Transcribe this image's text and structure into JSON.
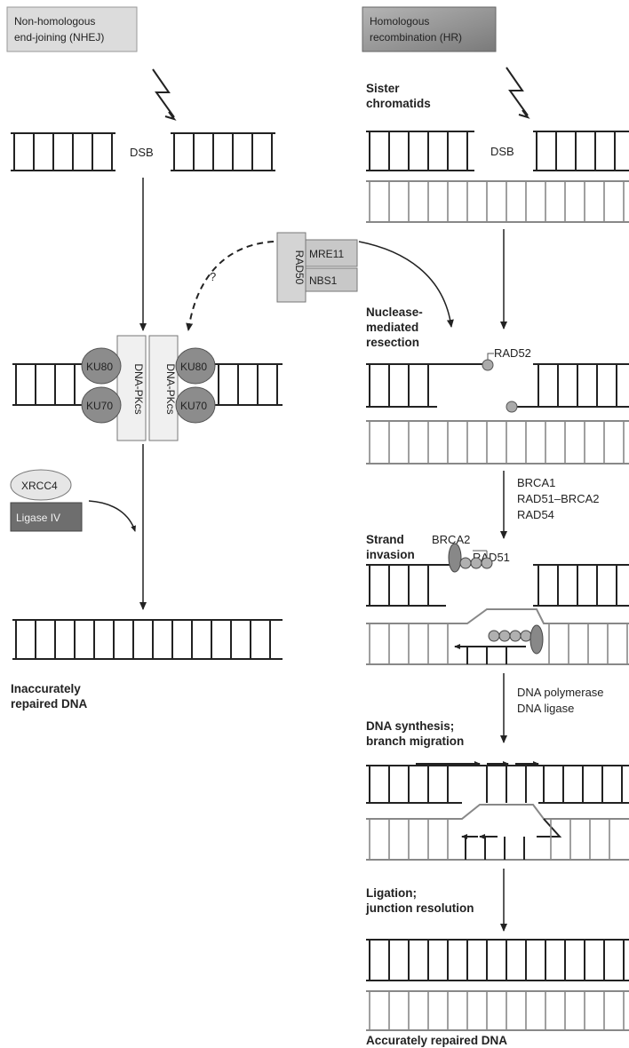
{
  "nhej": {
    "title_line1": "Non-homologous",
    "title_line2": "end-joining (NHEJ)",
    "dsb": "DSB",
    "ku80_left": "KU80",
    "ku70_left": "KU70",
    "dnapkcs_left": "DNA-PKcs",
    "dnapkcs_right": "DNA-PKcs",
    "ku80_right": "KU80",
    "ku70_right": "KU70",
    "question": "?",
    "xrcc4": "XRCC4",
    "ligase": "Ligase IV",
    "result_line1": "Inaccurately",
    "result_line2": "repaired DNA"
  },
  "mrn": {
    "rad50": "RAD50",
    "mre11": "MRE11",
    "nbs1": "NBS1"
  },
  "hr": {
    "title_line1": "Homologous",
    "title_line2": "recombination (HR)",
    "sister_line1": "Sister",
    "sister_line2": "chromatids",
    "dsb": "DSB",
    "resection_line1": "Nuclease-",
    "resection_line2": "mediated",
    "resection_line3": "resection",
    "rad52": "RAD52",
    "factors_line1": "BRCA1",
    "factors_line2": "RAD51–BRCA2",
    "factors_line3": "RAD54",
    "invasion_line1": "Strand",
    "invasion_line2": "invasion",
    "brca2": "BRCA2",
    "rad51": "RAD51",
    "polymerase_line1": "DNA polymerase",
    "polymerase_line2": "DNA ligase",
    "synthesis_line1": "DNA synthesis;",
    "synthesis_line2": "branch migration",
    "ligation_line1": "Ligation;",
    "ligation_line2": "junction resolution",
    "result": "Accurately repaired DNA"
  },
  "colors": {
    "nhej_box": "#dcdcdc",
    "hr_box": "#9a9a9a",
    "ku_protein": "#8c8c8c",
    "dnapkcs": "#f0f0f0",
    "ligase_box": "#6e6e6e",
    "xrcc4": "#e6e6e6",
    "mrn_box": "#d4d4d4",
    "line": "#222222"
  }
}
